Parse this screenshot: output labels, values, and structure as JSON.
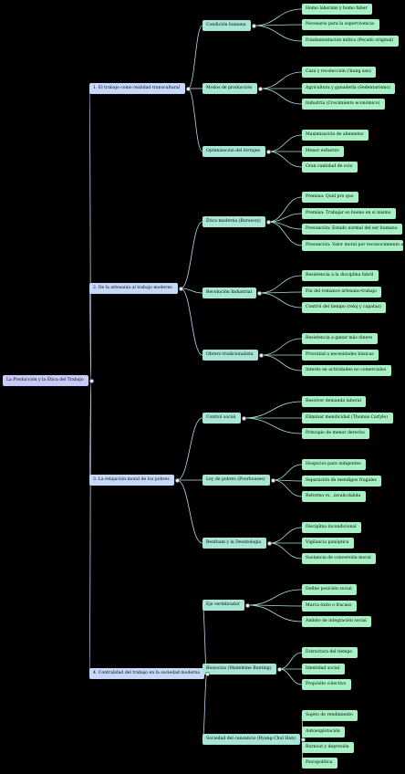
{
  "root": {
    "label": "La Producción y la Ética del Trabajo",
    "children": [
      {
        "label": "1. El trabajo como realidad transcultural",
        "children": [
          {
            "label": "Condición humana",
            "children": [
              {
                "label": "Homo laborans y homo faber"
              },
              {
                "label": "Necesario para la supervivencia"
              },
              {
                "label": "Fundamentación mítica (Pecado original)"
              }
            ]
          },
          {
            "label": "Modos de producción",
            "children": [
              {
                "label": "Caza y recolección (!kung san)"
              },
              {
                "label": "Agricultura y ganadería (Sedentarismo)"
              },
              {
                "label": "Industria (Crecimiento económico)"
              }
            ]
          },
          {
            "label": "Optimización del forrajeo",
            "children": [
              {
                "label": "Maximización de alimentos"
              },
              {
                "label": "Menor esfuerzo"
              },
              {
                "label": "Gran cantidad de ocio"
              }
            ]
          }
        ]
      },
      {
        "label": "2. De la artesanía al trabajo moderno",
        "children": [
          {
            "label": "Ética moderna (Burawoy)",
            "children": [
              {
                "label": "Premisa: Quid pro quo"
              },
              {
                "label": "Premisa: Trabajar es bueno en sí mismo"
              },
              {
                "label": "Presunción: Estado normal del ser humano"
              },
              {
                "label": "Presunción: Valor moral por reconocimiento ajeno"
              }
            ]
          },
          {
            "label": "Revolución Industrial",
            "children": [
              {
                "label": "Resistencia a la disciplina fabril"
              },
              {
                "label": "Fin del romance artesano-trabajo"
              },
              {
                "label": "Control del tiempo (reloj y capataz)"
              }
            ]
          },
          {
            "label": "Obrero tradicionalista",
            "children": [
              {
                "label": "Resistencia a ganar más dinero"
              },
              {
                "label": "Prioridad a necesidades básicas"
              },
              {
                "label": "Interés en actividades no comerciales"
              }
            ]
          }
        ]
      },
      {
        "label": "3. La relajación moral de los pobres",
        "children": [
          {
            "label": "Control social",
            "children": [
              {
                "label": "Resolver demanda laboral"
              },
              {
                "label": "Eliminar mendicidad (Thomas Carlyle)"
              },
              {
                "label": "Principio de menor derecho"
              }
            ]
          },
          {
            "label": "Ley de pobres (Poorhouses)",
            "children": [
              {
                "label": "Hospicios para indigentes"
              },
              {
                "label": "Separación de mendigos frugales"
              },
              {
                "label": "Reforma vs. ,invalicdalida"
              }
            ]
          },
          {
            "label": "Bentham y la Deontología",
            "children": [
              {
                "label": "Disciplina incondicional"
              },
              {
                "label": "Vigilancia panóptica"
              },
              {
                "label": "Sustancia de conversión moral"
              }
            ]
          }
        ]
      },
      {
        "label": "4. Centralidad del trabajo en la sociedad moderna",
        "children": [
          {
            "label": "Eje vertebrador",
            "children": [
              {
                "label": "Define posición social"
              },
              {
                "label": "Marca éxito o fracaso"
              },
              {
                "label": "Ámbito de integración social"
              }
            ]
          },
          {
            "label": "Biosocius (Madeleine Bunting)",
            "children": [
              {
                "label": "Estructura del tiempo"
              },
              {
                "label": "Identidad social"
              },
              {
                "label": "Propósito colectivo"
              }
            ]
          },
          {
            "label": "Sociedad del cansancio (Byung-Chul Han)",
            "children": [
              {
                "label": "Sujeto de rendimiento"
              },
              {
                "label": "Autoexplotación"
              },
              {
                "label": "Burnout y depresión"
              },
              {
                "label": "Psicopolítica"
              }
            ]
          }
        ]
      }
    ]
  }
}
